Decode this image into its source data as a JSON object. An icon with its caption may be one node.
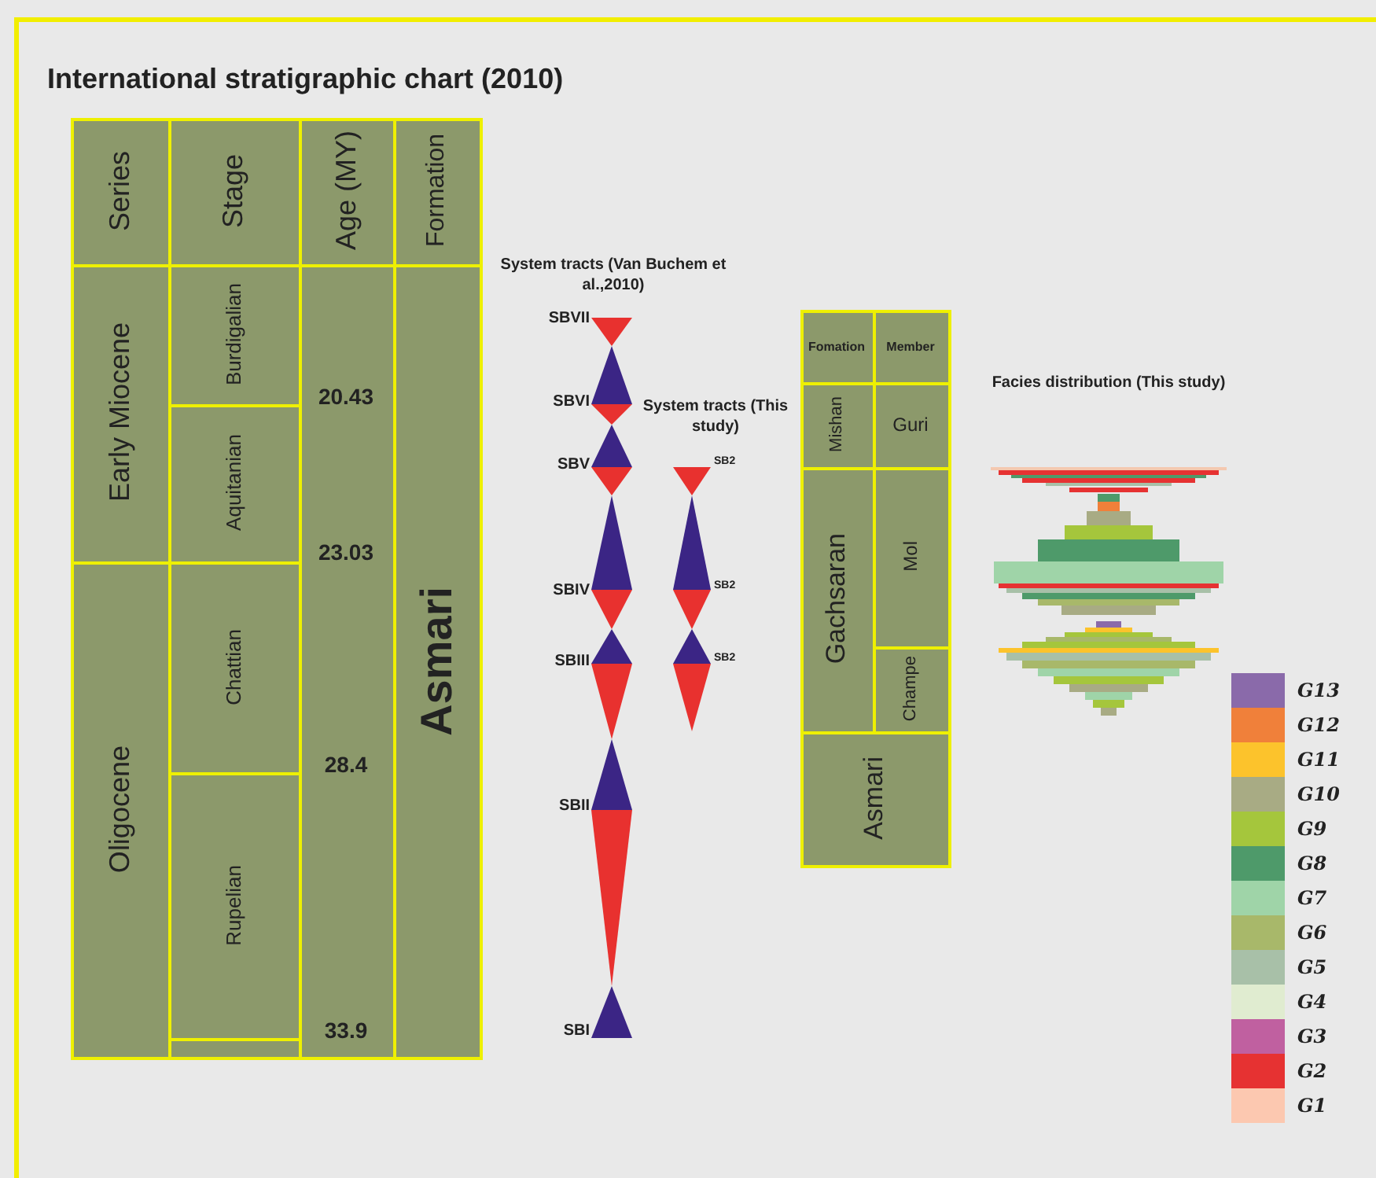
{
  "diagram": {
    "title": "International stratigraphic chart (2010)",
    "labels": [
      "Series",
      "Stage",
      "Age (MY)",
      "Formation",
      "Early Miocene",
      "Burdigalian",
      "20.43",
      "Aquitanian",
      "23.03",
      "Oligocene",
      "Chattian",
      "28.4",
      "Rupelian",
      "33.9",
      "Asmari",
      "System tracts (Van Buchem et al.,2010)",
      "SBVII",
      "SBVI",
      "SBV",
      "SBIV",
      "SBIII",
      "SBII",
      "SBI",
      "System tracts (This study)",
      "SB2",
      "SB2",
      "SB2",
      "Fomation",
      "Member",
      "Mishan",
      "Guri",
      "Gachsaran",
      "Mol",
      "Champe",
      "Asmari",
      "Facies distribution (This study)"
    ],
    "legend": [
      {
        "text": "G13",
        "color": "#8a6aaa"
      },
      {
        "text": "G12",
        "color": "#f0803a"
      },
      {
        "text": "G11",
        "color": "#fcc32c"
      },
      {
        "text": "G10",
        "color": "#a8ab84"
      },
      {
        "text": "G9",
        "color": "#a5c63c"
      },
      {
        "text": "G8",
        "color": "#4e9a6a"
      },
      {
        "text": "G7",
        "color": "#9fd4a8"
      },
      {
        "text": "G6",
        "color": "#a8b86a"
      },
      {
        "text": "G5",
        "color": "#a8c0a8"
      },
      {
        "text": "G4",
        "color": "#e0ecd0"
      },
      {
        "text": "G3",
        "color": "#c060a0"
      },
      {
        "text": "G2",
        "color": "#e63232"
      },
      {
        "text": "G1",
        "color": "#fcc8b0"
      }
    ]
  }
}
